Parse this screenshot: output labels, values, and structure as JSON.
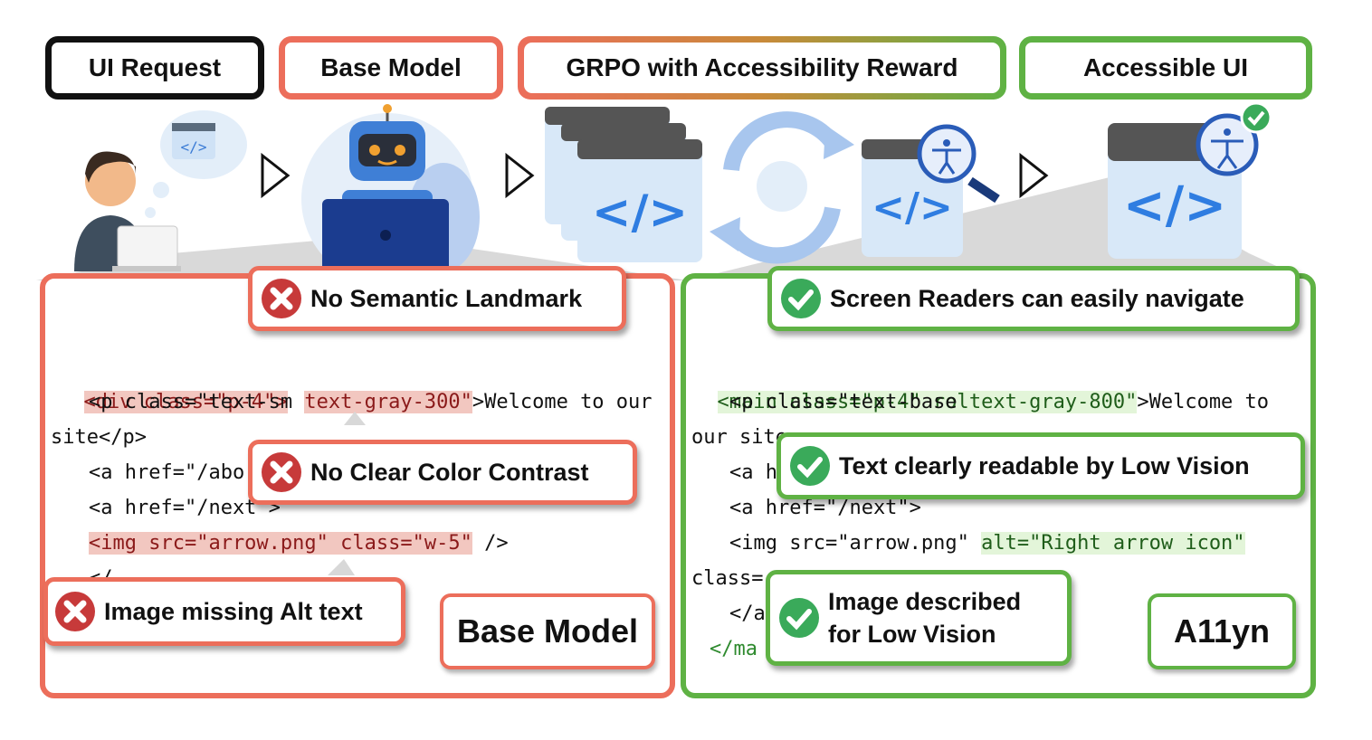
{
  "stages": {
    "ui_request": "UI Request",
    "base_model": "Base Model",
    "grpo": "GRPO with Accessibility Reward",
    "accessible_ui": "Accessible UI"
  },
  "left_panel": {
    "code_lines": {
      "l1": "<div class=\"p-4\">",
      "l2a": "<p class=\"text-sm ",
      "l2b": "text-gray-300\"",
      "l2c": ">Welcome to our",
      "l3": "site</p>",
      "l4": "<a href=\"/abo",
      "l5": "<a href=\"/next\">",
      "l6": "<img src=\"arrow.png\" class=\"w-5\"",
      "l6b": " />",
      "l7": "</"
    },
    "callouts": {
      "landmark": "No Semantic Landmark",
      "contrast": "No Clear Color Contrast",
      "alt": "Image missing Alt text"
    },
    "label": "Base Model"
  },
  "right_panel": {
    "code_lines": {
      "l1": "<main class=\"p-4\" role=\"main\">",
      "l2a": "<p class=\"text-base ",
      "l2b": "text-gray-800\"",
      "l2c": ">Welcome to",
      "l3": "our site",
      "l4": "<a h",
      "l5": "<a href=\"/next\">",
      "l6a": "<img src=\"arrow.png\" ",
      "l6b": "alt=\"Right arrow icon\"",
      "l7": "class=",
      "l8": "</a",
      "l9": "</ma"
    },
    "callouts": {
      "navigate": "Screen Readers can easily navigate",
      "readable": "Text clearly readable by Low Vision",
      "described_1": "Image described",
      "described_2": "for Low Vision"
    },
    "label": "A11yn"
  },
  "colors": {
    "red": "#ec6e5b",
    "green": "#5fb244",
    "black": "#111111"
  }
}
